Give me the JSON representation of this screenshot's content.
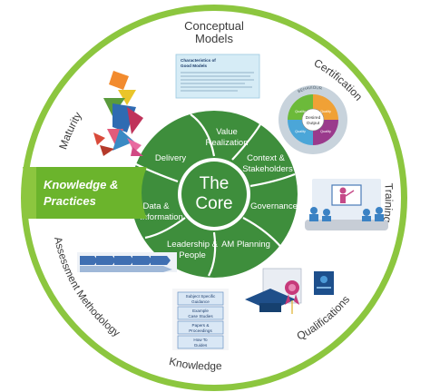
{
  "ring_labels": {
    "top_line1": "Conceptual",
    "top_line2": "Models",
    "maturity": "Maturity",
    "certification": "Certification",
    "training": "Training",
    "qualifications": "Qualifications",
    "knowledge": "Knowledge",
    "assessment": "Assessment Methodology"
  },
  "banner": {
    "line1": "Knowledge &",
    "line2": "Practices"
  },
  "core": {
    "line1": "The",
    "line2": "Core"
  },
  "segments": {
    "value_realization": [
      "Value",
      "Realization"
    ],
    "context": [
      "Context &",
      "Stakeholders"
    ],
    "governance": [
      "Governance"
    ],
    "am_planning": [
      "AM Planning"
    ],
    "leadership": [
      "Leadership &",
      "People"
    ],
    "data": [
      "Data &",
      "Information"
    ],
    "delivery": [
      "Delivery"
    ]
  },
  "doc_card": {
    "title_line1": "Characteristics of",
    "title_line2": "Good Models"
  },
  "behaviour_wheel": {
    "top_arc": "BEHAVIOUR",
    "center_line1": "Desired",
    "center_line2": "Output",
    "q1": "Quality",
    "q2": "Quality",
    "q3": "Quality",
    "q4": "Quality"
  },
  "knowledge_boxes": [
    [
      "Subject Specific",
      "Guidance"
    ],
    [
      "Example",
      "Case Studies"
    ],
    [
      "Papers &",
      "Proceedings"
    ],
    [
      "How To",
      "Guides"
    ]
  ],
  "colors": {
    "ring": "#8cc63f",
    "core_green": "#3e8e3c",
    "segment_green": "#2f7d2e",
    "banner_green": "#6bb42c",
    "text_dark": "#3a3a3a"
  }
}
